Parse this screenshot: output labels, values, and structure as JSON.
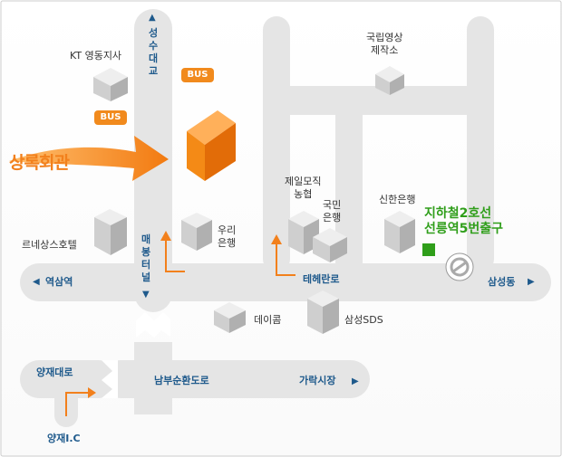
{
  "map": {
    "headquarters": {
      "label": "상록회관"
    },
    "bus_labels": [
      "BUS",
      "BUS"
    ],
    "roads": {
      "seongsu_bridge": "성수대교",
      "maebong_tunnel": "매봉터널",
      "teheran_ro": "테헤란로",
      "yeoksam_station": "역삼역",
      "samseong_dong": "삼성동",
      "yangjae_daero": "양재대로",
      "nambu_sunhwan_ro": "남부순환도로",
      "garak_market": "가락시장",
      "yangjae_ic": "양재I.C"
    },
    "landmarks": {
      "kt": "KT  영동지사",
      "film_studio": "국립영상\n제작소",
      "cheil_mojik": "제일모직\n농협",
      "kookmin": "국민\n은행",
      "shinhan": "신한은행",
      "woori": "우리\n은행",
      "renaissance": "르네상스호텔",
      "dacom": "데이콤",
      "samsung_sds": "삼성SDS"
    },
    "subway": {
      "label": "지하철2호선\n선릉역5번출구"
    },
    "colors": {
      "road": "#e5e5e5",
      "road_label": "#1f5a8c",
      "accent": "#f2801c",
      "subway": "#2f9e1a",
      "border": "#cccccc"
    }
  }
}
